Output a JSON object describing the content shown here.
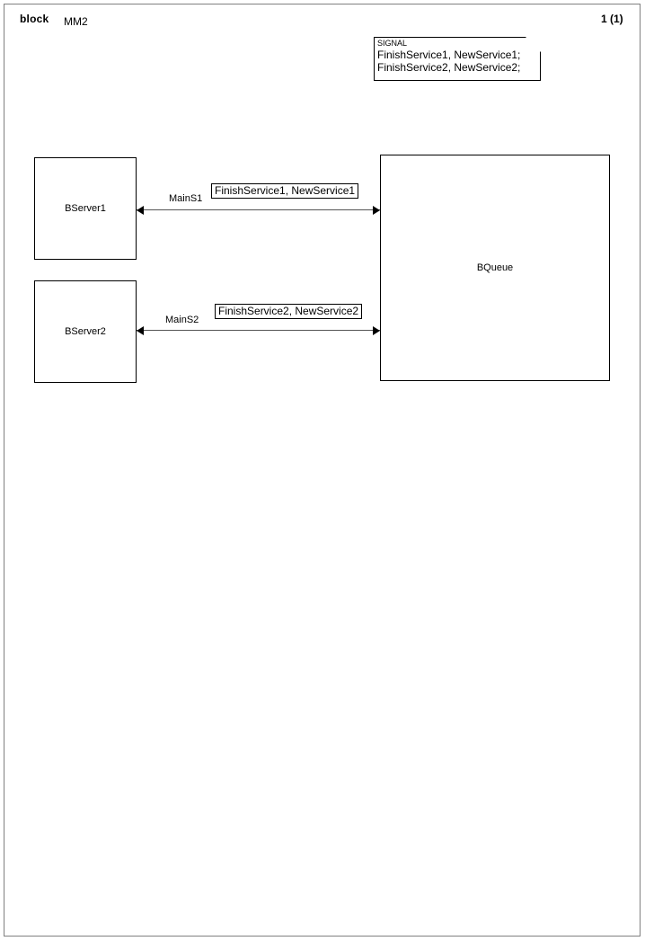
{
  "header": {
    "kind": "block",
    "name": "MM2",
    "page": "1 (1)"
  },
  "signal_note": {
    "keyword": "SIGNAL",
    "lines": [
      "FinishService1, NewService1;",
      "FinishService2, NewService2;"
    ]
  },
  "blocks": [
    {
      "id": "bserver1",
      "label": "BServer1"
    },
    {
      "id": "bserver2",
      "label": "BServer2"
    },
    {
      "id": "bqueue",
      "label": "BQueue"
    }
  ],
  "channels": [
    {
      "id": "mains1",
      "name": "MainS1",
      "signals": "FinishService1, NewService1",
      "from": "BServer1",
      "to": "BQueue",
      "bidirectional": true
    },
    {
      "id": "mains2",
      "name": "MainS2",
      "signals": "FinishService2, NewService2",
      "from": "BServer2",
      "to": "BQueue",
      "bidirectional": true
    }
  ],
  "colors": {
    "page_frame": "#808080",
    "shape_stroke": "#000000",
    "channel_stroke": "#555555",
    "text": "#000000",
    "background": "#ffffff"
  }
}
